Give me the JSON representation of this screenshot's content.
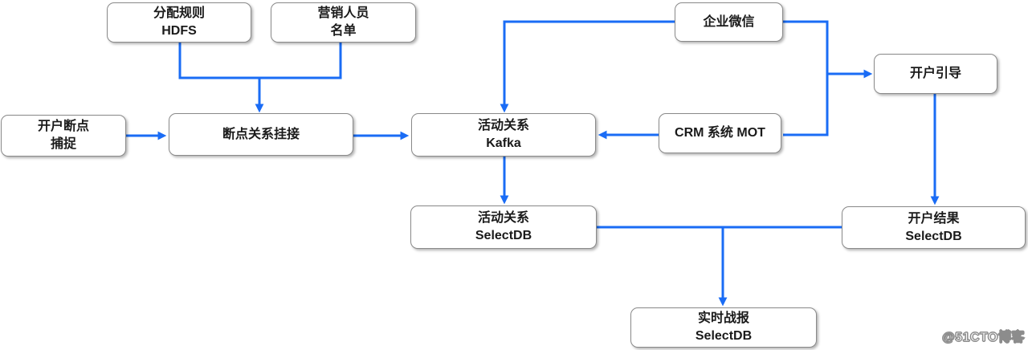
{
  "diagram": {
    "colors": {
      "connector": "#1a6cf5",
      "box_border": "#8a8a8a",
      "box_fill": "#ffffff",
      "text": "#1a1a1a",
      "watermark_fill": "#ffffff",
      "watermark_outline": "#8c8c8c"
    },
    "nodes": [
      {
        "id": "alloc-rules-hdfs",
        "line1": "分配规则",
        "line2": "HDFS"
      },
      {
        "id": "marketer-list",
        "line1": "营销人员",
        "line2": "名单"
      },
      {
        "id": "wecom",
        "line1": "企业微信"
      },
      {
        "id": "account-guide",
        "line1": "开户引导"
      },
      {
        "id": "breakpoint-capture",
        "line1": "开户断点",
        "line2": "捕捉"
      },
      {
        "id": "breakpoint-hook",
        "line1": "断点关系挂接"
      },
      {
        "id": "activity-kafka",
        "line1": "活动关系",
        "line2": "Kafka"
      },
      {
        "id": "crm-mot",
        "line1": "CRM 系统 MOT"
      },
      {
        "id": "activity-selectdb",
        "line1": "活动关系",
        "line2": "SelectDB"
      },
      {
        "id": "account-result-selectdb",
        "line1": "开户结果",
        "line2": "SelectDB"
      },
      {
        "id": "realtime-report-selectdb",
        "line1": "实时战报",
        "line2": "SelectDB"
      }
    ],
    "watermark": "@51CTO博客"
  }
}
